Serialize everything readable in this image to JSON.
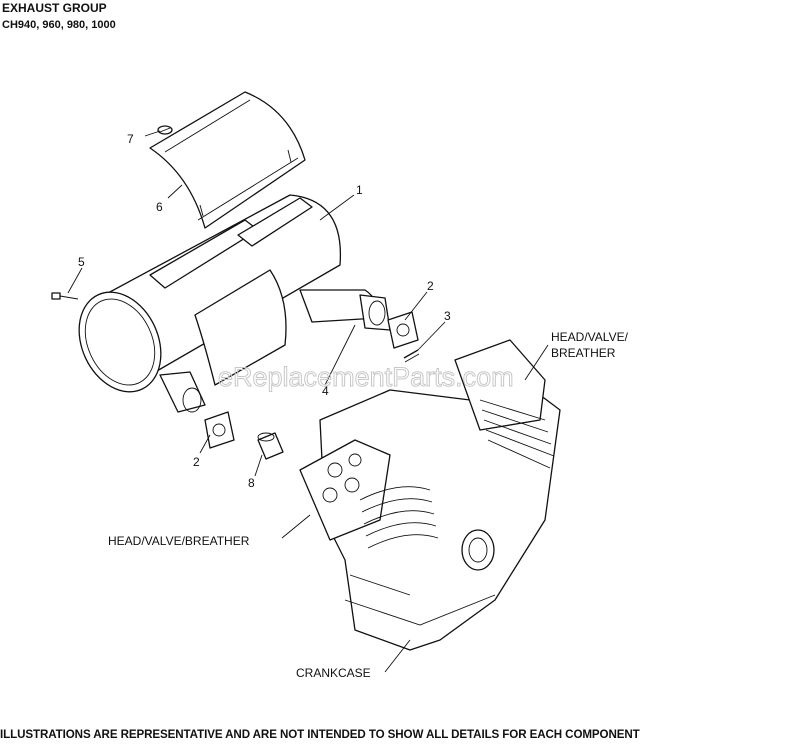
{
  "header": {
    "title": "EXHAUST GROUP",
    "models": "CH940, 960, 980, 1000"
  },
  "callouts": {
    "c1": "1",
    "c2a": "2",
    "c2b": "2",
    "c3": "3",
    "c4": "4",
    "c5": "5",
    "c6": "6",
    "c7": "7",
    "c8": "8"
  },
  "labels": {
    "head_valve_breather_right_line1": "HEAD/VALVE/",
    "head_valve_breather_right_line2": "BREATHER",
    "head_valve_breather_left": "HEAD/VALVE/BREATHER",
    "crankcase": "CRANKCASE"
  },
  "watermark": "eReplacementParts.com",
  "footer": "ILLUSTRATIONS ARE REPRESENTATIVE AND ARE NOT INTENDED TO SHOW ALL DETAILS FOR EACH COMPONENT"
}
